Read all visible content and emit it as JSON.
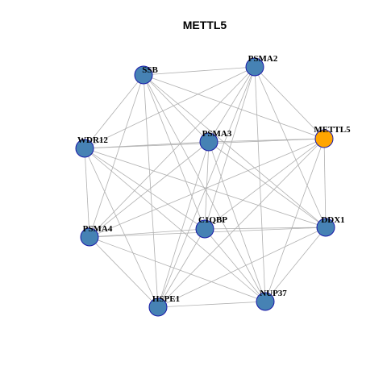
{
  "title": "METTL5",
  "colors": {
    "node_default": "#4682B4",
    "node_highlight": "#FFA500",
    "node_border": "#1a1aa8",
    "edge": "#b0b0b0"
  },
  "nodes": [
    {
      "id": "SSB",
      "label": "SSB",
      "highlight": false
    },
    {
      "id": "PSMA2",
      "label": "PSMA2",
      "highlight": false
    },
    {
      "id": "METTL5",
      "label": "METTL5",
      "highlight": true
    },
    {
      "id": "WDR12",
      "label": "WDR12",
      "highlight": false
    },
    {
      "id": "PSMA3",
      "label": "PSMA3",
      "highlight": false
    },
    {
      "id": "C1QBP",
      "label": "C1QBP",
      "highlight": false
    },
    {
      "id": "DDX1",
      "label": "DDX1",
      "highlight": false
    },
    {
      "id": "PSMA4",
      "label": "PSMA4",
      "highlight": false
    },
    {
      "id": "HSPE1",
      "label": "HSPE1",
      "highlight": false
    },
    {
      "id": "NUP37",
      "label": "NUP37",
      "highlight": false
    }
  ],
  "edges": [
    [
      "SSB",
      "PSMA2"
    ],
    [
      "SSB",
      "METTL5"
    ],
    [
      "SSB",
      "PSMA3"
    ],
    [
      "SSB",
      "C1QBP"
    ],
    [
      "SSB",
      "DDX1"
    ],
    [
      "SSB",
      "HSPE1"
    ],
    [
      "SSB",
      "NUP37"
    ],
    [
      "SSB",
      "WDR12"
    ],
    [
      "SSB",
      "PSMA4"
    ],
    [
      "PSMA2",
      "WDR12"
    ],
    [
      "PSMA2",
      "PSMA3"
    ],
    [
      "PSMA2",
      "METTL5"
    ],
    [
      "PSMA2",
      "C1QBP"
    ],
    [
      "PSMA2",
      "PSMA4"
    ],
    [
      "PSMA2",
      "HSPE1"
    ],
    [
      "PSMA2",
      "NUP37"
    ],
    [
      "PSMA2",
      "DDX1"
    ],
    [
      "WDR12",
      "METTL5"
    ],
    [
      "WDR12",
      "PSMA3"
    ],
    [
      "WDR12",
      "DDX1"
    ],
    [
      "WDR12",
      "C1QBP"
    ],
    [
      "WDR12",
      "PSMA4"
    ],
    [
      "WDR12",
      "HSPE1"
    ],
    [
      "WDR12",
      "NUP37"
    ],
    [
      "PSMA3",
      "METTL5"
    ],
    [
      "PSMA3",
      "DDX1"
    ],
    [
      "PSMA3",
      "C1QBP"
    ],
    [
      "PSMA3",
      "PSMA4"
    ],
    [
      "PSMA3",
      "HSPE1"
    ],
    [
      "PSMA3",
      "NUP37"
    ],
    [
      "METTL5",
      "DDX1"
    ],
    [
      "METTL5",
      "PSMA4"
    ],
    [
      "METTL5",
      "HSPE1"
    ],
    [
      "METTL5",
      "NUP37"
    ],
    [
      "METTL5",
      "C1QBP"
    ],
    [
      "C1QBP",
      "DDX1"
    ],
    [
      "C1QBP",
      "PSMA4"
    ],
    [
      "C1QBP",
      "HSPE1"
    ],
    [
      "C1QBP",
      "NUP37"
    ],
    [
      "DDX1",
      "PSMA4"
    ],
    [
      "DDX1",
      "HSPE1"
    ],
    [
      "DDX1",
      "NUP37"
    ],
    [
      "PSMA4",
      "HSPE1"
    ],
    [
      "PSMA4",
      "NUP37"
    ],
    [
      "HSPE1",
      "NUP37"
    ]
  ]
}
